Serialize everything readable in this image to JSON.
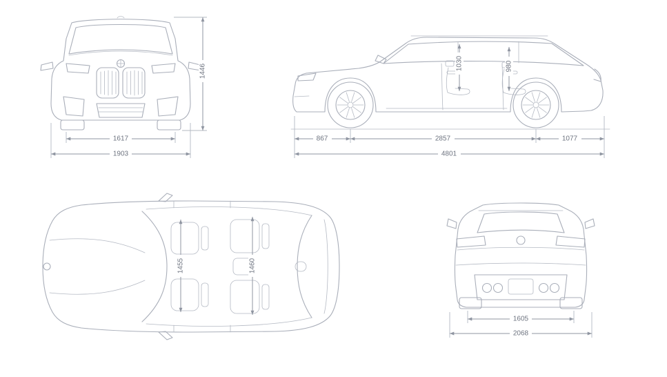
{
  "diagram": {
    "type": "vehicle-dimension-blueprint",
    "colors": {
      "background": "#ffffff",
      "line": "#a9aeb9",
      "dimension_line": "#8f95a1",
      "label_text": "#6e7480"
    },
    "views": {
      "front": {
        "height": "1446",
        "track_width": "1617",
        "overall_width": "1903"
      },
      "side": {
        "front_headroom": "1030",
        "rear_headroom": "980",
        "front_overhang": "867",
        "wheelbase": "2857",
        "rear_overhang": "1077",
        "overall_length": "4801"
      },
      "top": {
        "front_interior_width": "1455",
        "rear_interior_width": "1460"
      },
      "rear": {
        "track_width": "1605",
        "overall_width_mirrors": "2068"
      }
    }
  }
}
